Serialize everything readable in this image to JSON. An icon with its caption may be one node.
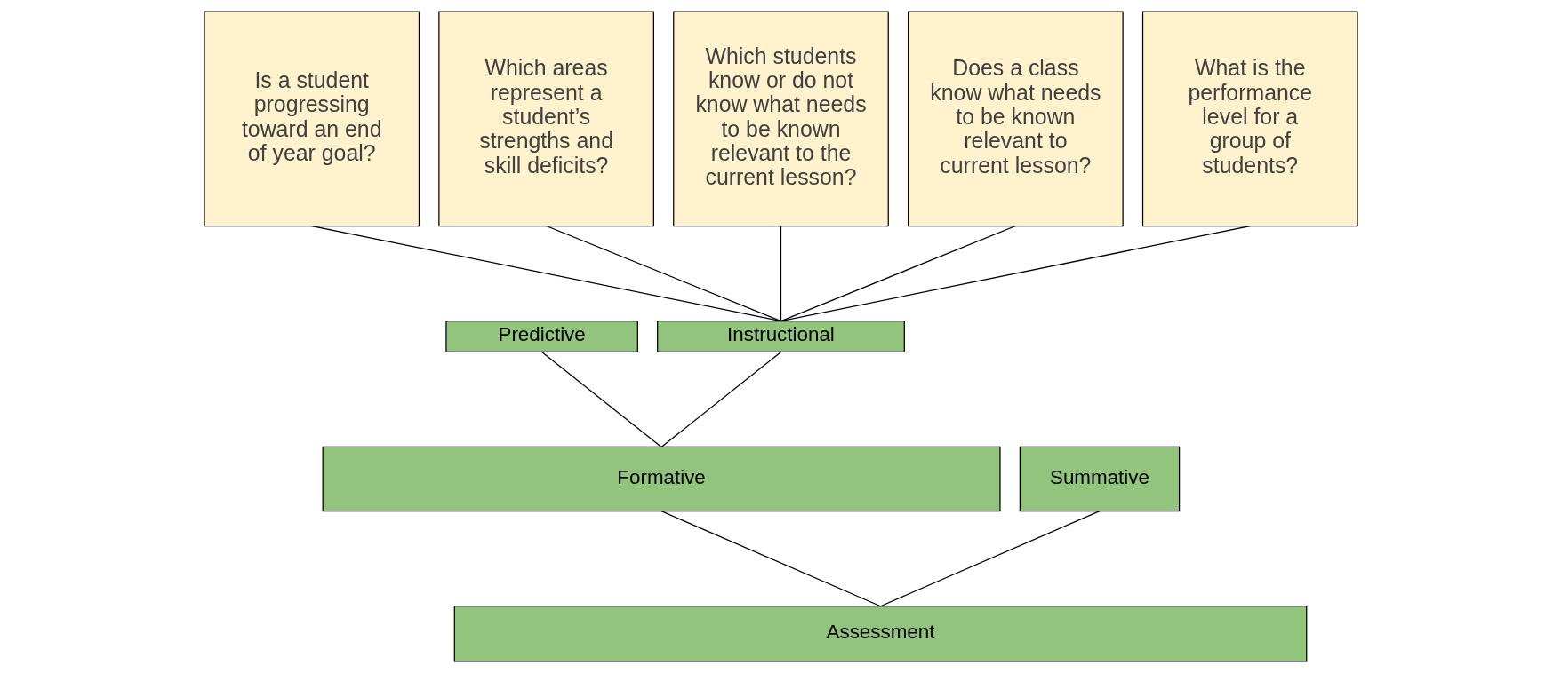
{
  "diagram": {
    "nodes": [
      {
        "text": [
          "Is a student progressing toward an end of year goal?"
        ]
      },
      {
        "text": [
          "Which areas represent a student’s strengths and skill deficits?"
        ]
      },
      {
        "text": [
          "Which students know or do not know what needs to be known relevant to the current lesson?"
        ]
      },
      {
        "text": [
          "Does a class know what needs to be known relevant to current lesson?"
        ]
      },
      {
        "text": [
          "What is the performance level for a group of students?"
        ]
      },
      {
        "text": [
          "Predictive"
        ]
      },
      {
        "text": [
          "Instructional"
        ]
      },
      {
        "text": [
          "Formative"
        ]
      },
      {
        "text": [
          "Summative"
        ]
      },
      {
        "text": [
          "Assessment"
        ]
      }
    ],
    "edges": [
      {
        "from": 0,
        "to": 6,
        "arrow": "none"
      },
      {
        "from": 1,
        "to": 6,
        "arrow": "none"
      },
      {
        "from": 2,
        "to": 6,
        "arrow": "none"
      },
      {
        "from": 3,
        "to": 6,
        "arrow": "none"
      },
      {
        "from": 4,
        "to": 6,
        "arrow": "none"
      },
      {
        "from": 5,
        "to": 7,
        "arrow": "none"
      },
      {
        "from": 6,
        "to": 7,
        "arrow": "none"
      },
      {
        "from": 7,
        "to": 9,
        "arrow": "none"
      },
      {
        "from": 8,
        "to": 9,
        "arrow": "none"
      }
    ]
  }
}
